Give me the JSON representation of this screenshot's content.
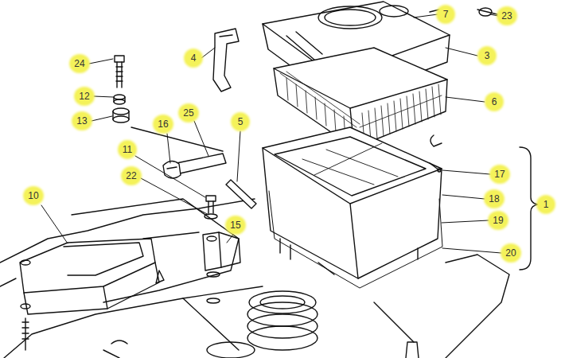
{
  "diagram": {
    "labels": [
      "7",
      "23",
      "4",
      "3",
      "24",
      "12",
      "6",
      "25",
      "13",
      "5",
      "16",
      "11",
      "17",
      "22",
      "10",
      "18",
      "1",
      "19",
      "15",
      "20"
    ]
  }
}
